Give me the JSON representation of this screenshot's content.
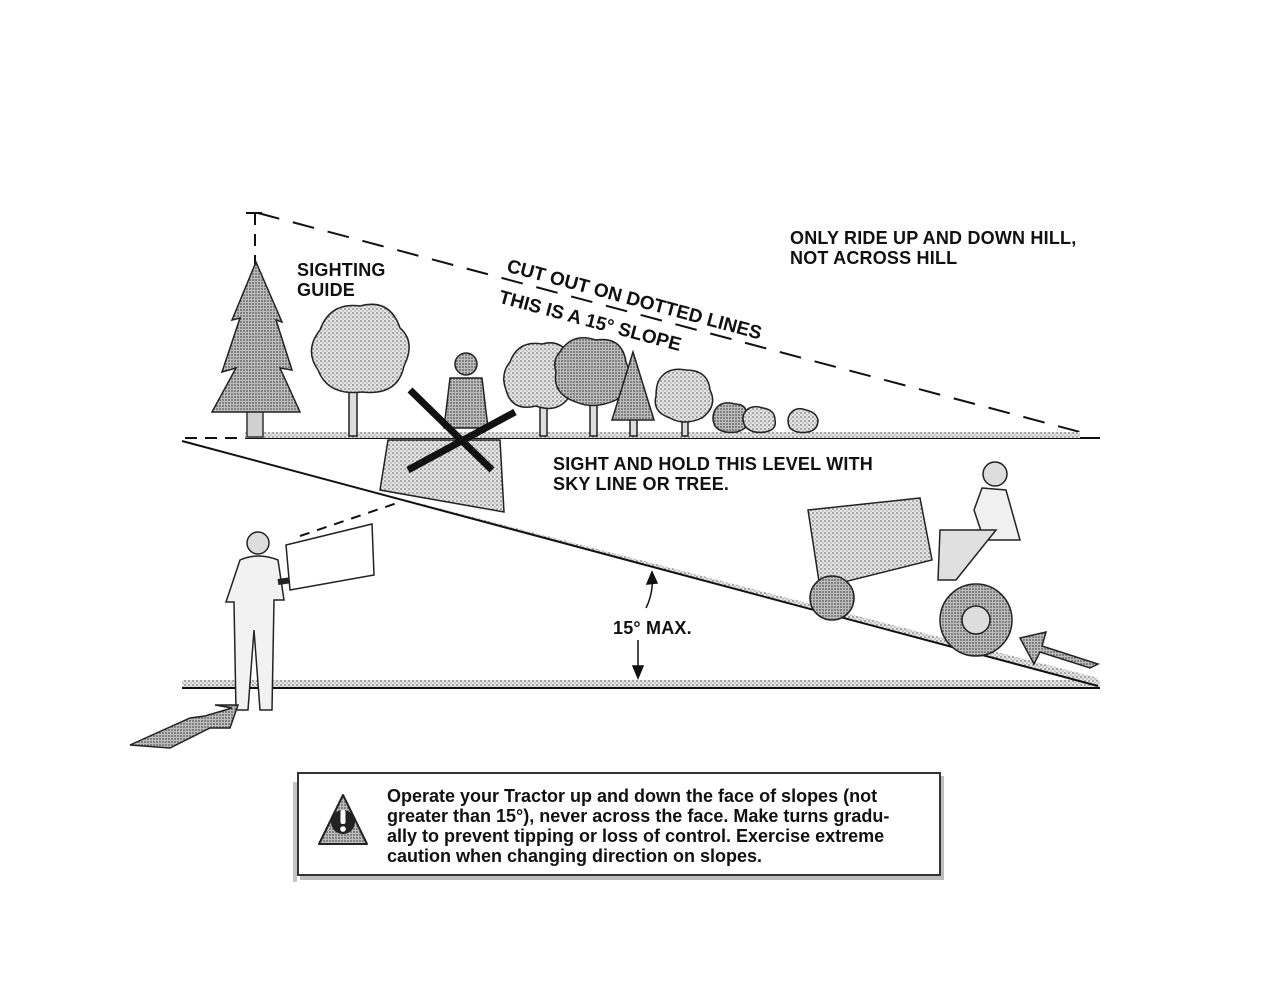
{
  "labels": {
    "sighting_guide": "SIGHTING\nGUIDE",
    "cut_out": "CUT OUT ON DOTTED LINES",
    "slope_note": "THIS IS A 15° SLOPE",
    "only_ride": "ONLY RIDE UP AND DOWN HILL,\nNOT ACROSS HILL",
    "sight_hold": "SIGHT AND HOLD THIS LEVEL WITH\nSKY LINE OR TREE.",
    "max_angle": "15° MAX."
  },
  "warning": {
    "icon": "warning-triangle-icon",
    "text": "Operate your Tractor up and down the face of slopes (not\ngreater than 15°), never across the face. Make turns gradu-\nally to prevent tipping or loss of control. Exercise extreme\ncaution when changing direction on slopes."
  },
  "colors": {
    "ink": "#111111",
    "foliage": "#9a9a9a",
    "shade": "#c8c8c8"
  }
}
